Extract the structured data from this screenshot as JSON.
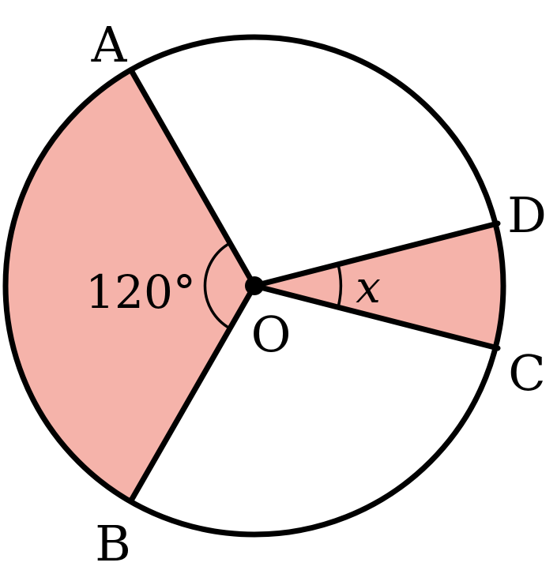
{
  "diagram": {
    "points": {
      "a": "A",
      "b": "B",
      "c": "C",
      "d": "D",
      "o": "O"
    },
    "angles": {
      "aob": "120°",
      "cod": "x"
    },
    "colors": {
      "sector_fill": "#f5b3aa",
      "stroke": "#000000",
      "background": "#ffffff"
    }
  }
}
